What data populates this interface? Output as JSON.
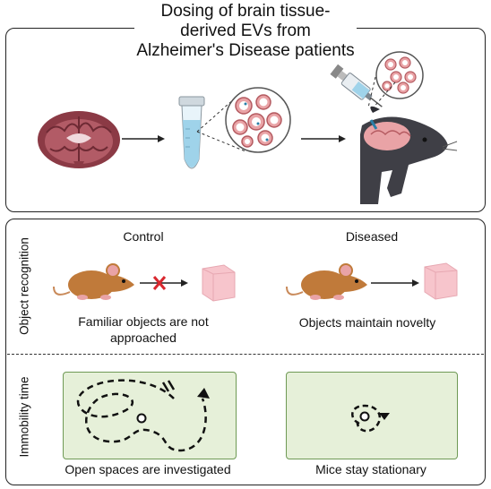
{
  "header": {
    "title_lines": [
      "Dosing of brain tissue-",
      "derived EVs from",
      "Alzheimer's Disease patients"
    ]
  },
  "sections": {
    "object_recognition": {
      "side_label": "Object recognition",
      "control": {
        "heading": "Control",
        "caption_lines": [
          "Familiar objects are not",
          "approached"
        ]
      },
      "diseased": {
        "heading": "Diseased",
        "caption": "Objects maintain novelty"
      }
    },
    "immobility_time": {
      "side_label": "Immobility time",
      "control_caption": "Open spaces are investigated",
      "diseased_caption": "Mice stay stationary"
    }
  },
  "colors": {
    "brain": "#8b3a45",
    "tube": "#9fd3ea",
    "vesicle": "#e9a3a6",
    "mouse_body": "#c07a3a",
    "mouse_dark": "#3f3f46",
    "cube": "#f7c5cc",
    "arena_fill": "#e6f0d9",
    "arena_border": "#6f9a55",
    "blocked_x": "#d9282f"
  },
  "icons": [
    "brain-icon",
    "tube-icon",
    "ev-zoom-icon",
    "syringe-icon",
    "mouse-head-icon",
    "mouse-icon",
    "cube-icon"
  ]
}
